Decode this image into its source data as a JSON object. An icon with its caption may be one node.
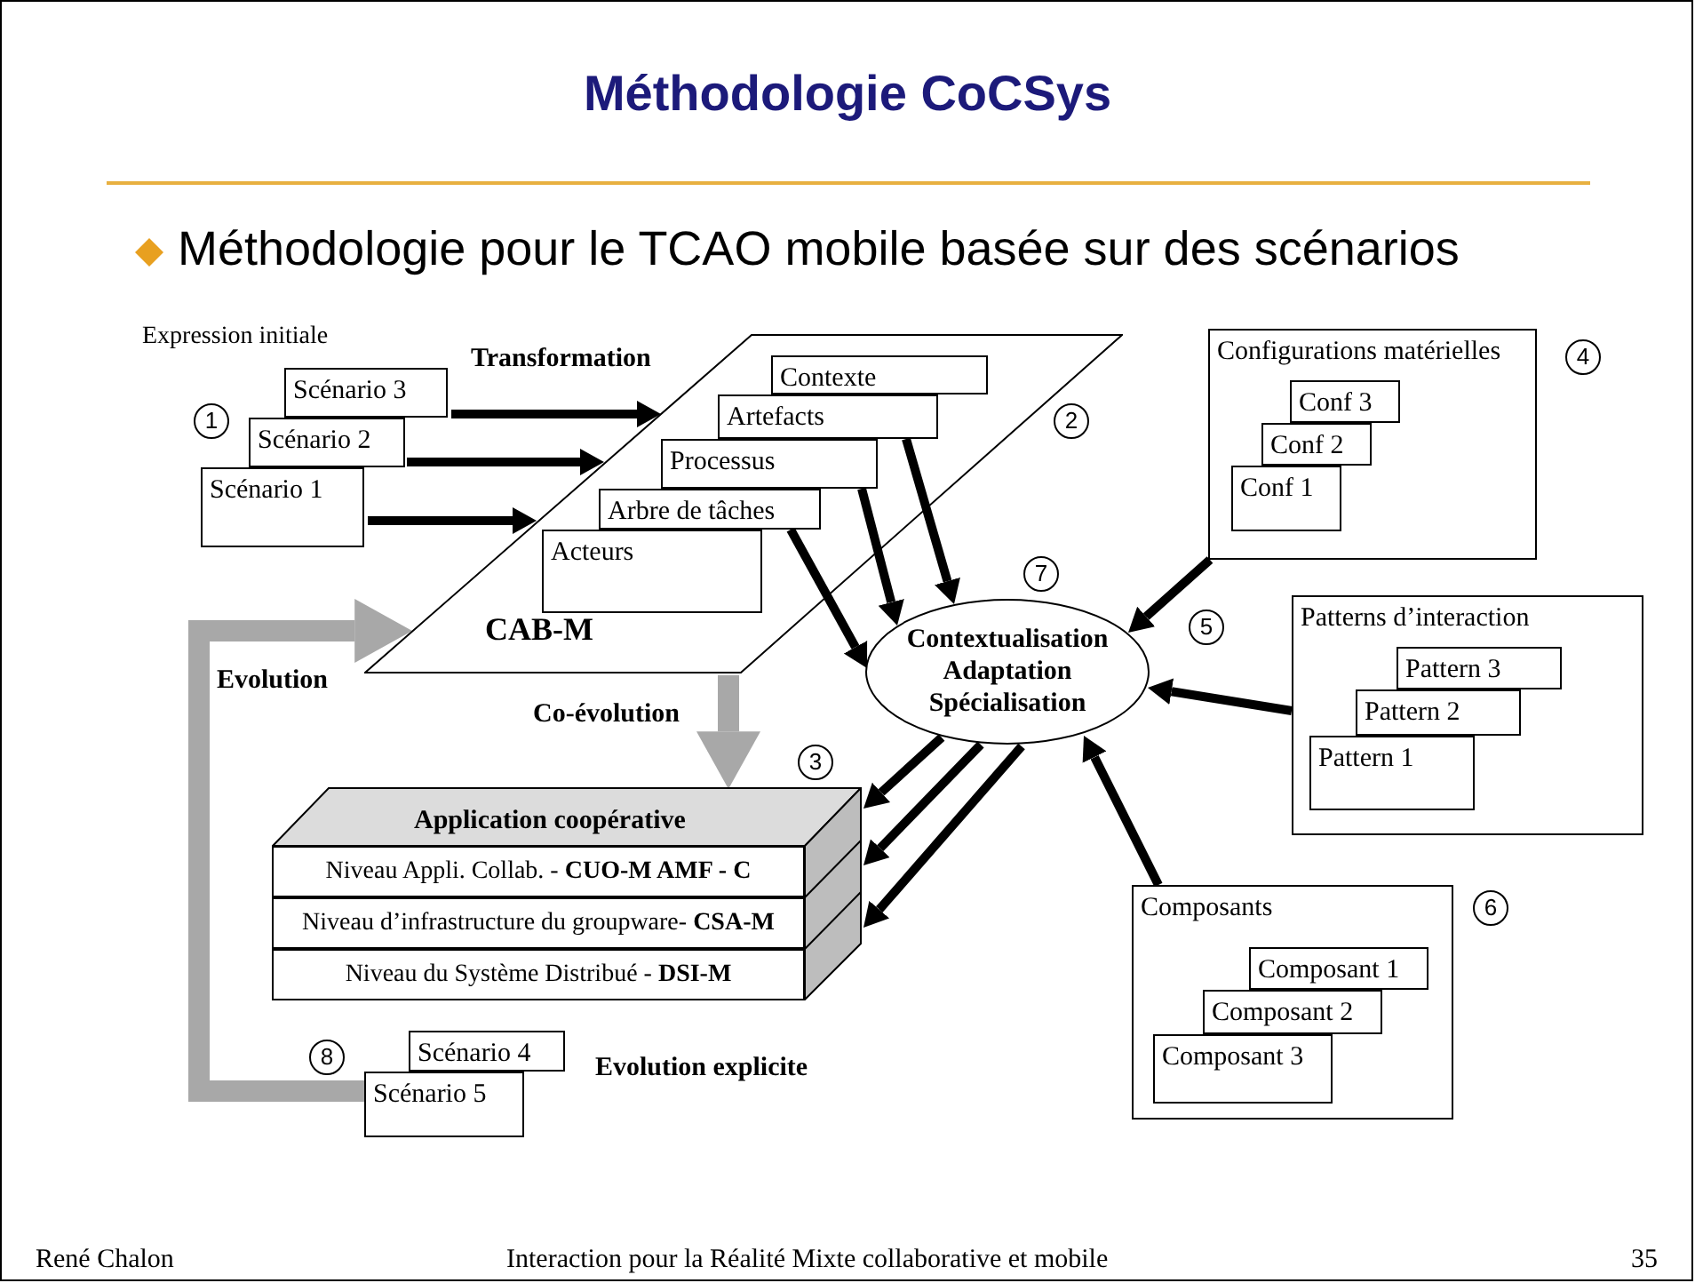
{
  "diagram": {
    "title": "Méthodologie CoCSys",
    "nodes": [
      {
        "text": [
          "Scénario 3"
        ]
      },
      {
        "text": [
          "Scénario 2"
        ]
      },
      {
        "text": [
          "Scénario 1"
        ]
      },
      {
        "text": [
          "CAB-M"
        ]
      },
      {
        "text": [
          "Contexte"
        ],
        "in": 3
      },
      {
        "text": [
          "Artefacts"
        ],
        "in": 3
      },
      {
        "text": [
          "Processus"
        ],
        "in": 3
      },
      {
        "text": [
          "Arbre de tâches"
        ],
        "in": 3
      },
      {
        "text": [
          "Acteurs"
        ],
        "in": 3
      },
      {
        "text": [
          "Contextualisation Adaptation Spécialisation"
        ]
      },
      {
        "text": [
          "Configurations matérielles"
        ]
      },
      {
        "text": [
          "Conf 3"
        ],
        "in": 10
      },
      {
        "text": [
          "Conf 2"
        ],
        "in": 10
      },
      {
        "text": [
          "Conf 1"
        ],
        "in": 10
      },
      {
        "text": [
          "Patterns d’interaction"
        ]
      },
      {
        "text": [
          "Pattern 3"
        ],
        "in": 14
      },
      {
        "text": [
          "Pattern 2"
        ],
        "in": 14
      },
      {
        "text": [
          "Pattern 1"
        ],
        "in": 14
      },
      {
        "text": [
          "Composants"
        ]
      },
      {
        "text": [
          "Composant 1"
        ],
        "in": 18
      },
      {
        "text": [
          "Composant 2"
        ],
        "in": 18
      },
      {
        "text": [
          "Composant 3"
        ],
        "in": 18
      },
      {
        "text": [
          "Application coopérative"
        ]
      },
      {
        "text": [
          "Niveau Appli. Collab.  - **CUO-M AMF - C**"
        ],
        "in": 22
      },
      {
        "text": [
          "Niveau d’infrastructure du groupware- **CSA-M**"
        ],
        "in": 22
      },
      {
        "text": [
          "Niveau du Système Distribué - **DSI-M**"
        ],
        "in": 22
      },
      {
        "text": [
          "Scénario 4"
        ]
      },
      {
        "text": [
          "Scénario 5"
        ]
      }
    ],
    "edges": [
      {
        "from": 0,
        "to": 3,
        "arrow": "to"
      },
      {
        "from": 1,
        "to": 3,
        "arrow": "to"
      },
      {
        "from": 2,
        "to": 3,
        "arrow": "to"
      },
      {
        "from": 5,
        "to": 9,
        "arrow": "to"
      },
      {
        "from": 6,
        "to": 9,
        "arrow": "to"
      },
      {
        "from": 7,
        "to": 9,
        "arrow": "to"
      },
      {
        "from": 10,
        "to": 9,
        "arrow": "to"
      },
      {
        "from": 14,
        "to": 9,
        "arrow": "to"
      },
      {
        "from": 18,
        "to": 9,
        "arrow": "to"
      },
      {
        "from": 9,
        "to": 22,
        "arrow": "to"
      },
      {
        "from": 9,
        "to": 22,
        "arrow": "to"
      },
      {
        "from": 9,
        "to": 22,
        "arrow": "to"
      },
      {
        "from": 3,
        "to": 22,
        "arrow": "to",
        "label": "Co-évolution",
        "style": "thick",
        "color": "#a8a8a8"
      },
      {
        "from": 27,
        "to": 3,
        "arrow": "to",
        "label": "Evolution",
        "style": "thick",
        "color": "#a8a8a8"
      }
    ],
    "labels": [
      "Méthodologie pour le TCAO mobile basée sur des scénarios",
      "Expression initiale",
      "1",
      "Transformation",
      "2",
      "4",
      "7",
      "5",
      "3",
      "6",
      "8",
      "Evolution explicite",
      "René Chalon",
      "Interaction pour la Réalité Mixte collaborative et mobile",
      "35"
    ]
  }
}
